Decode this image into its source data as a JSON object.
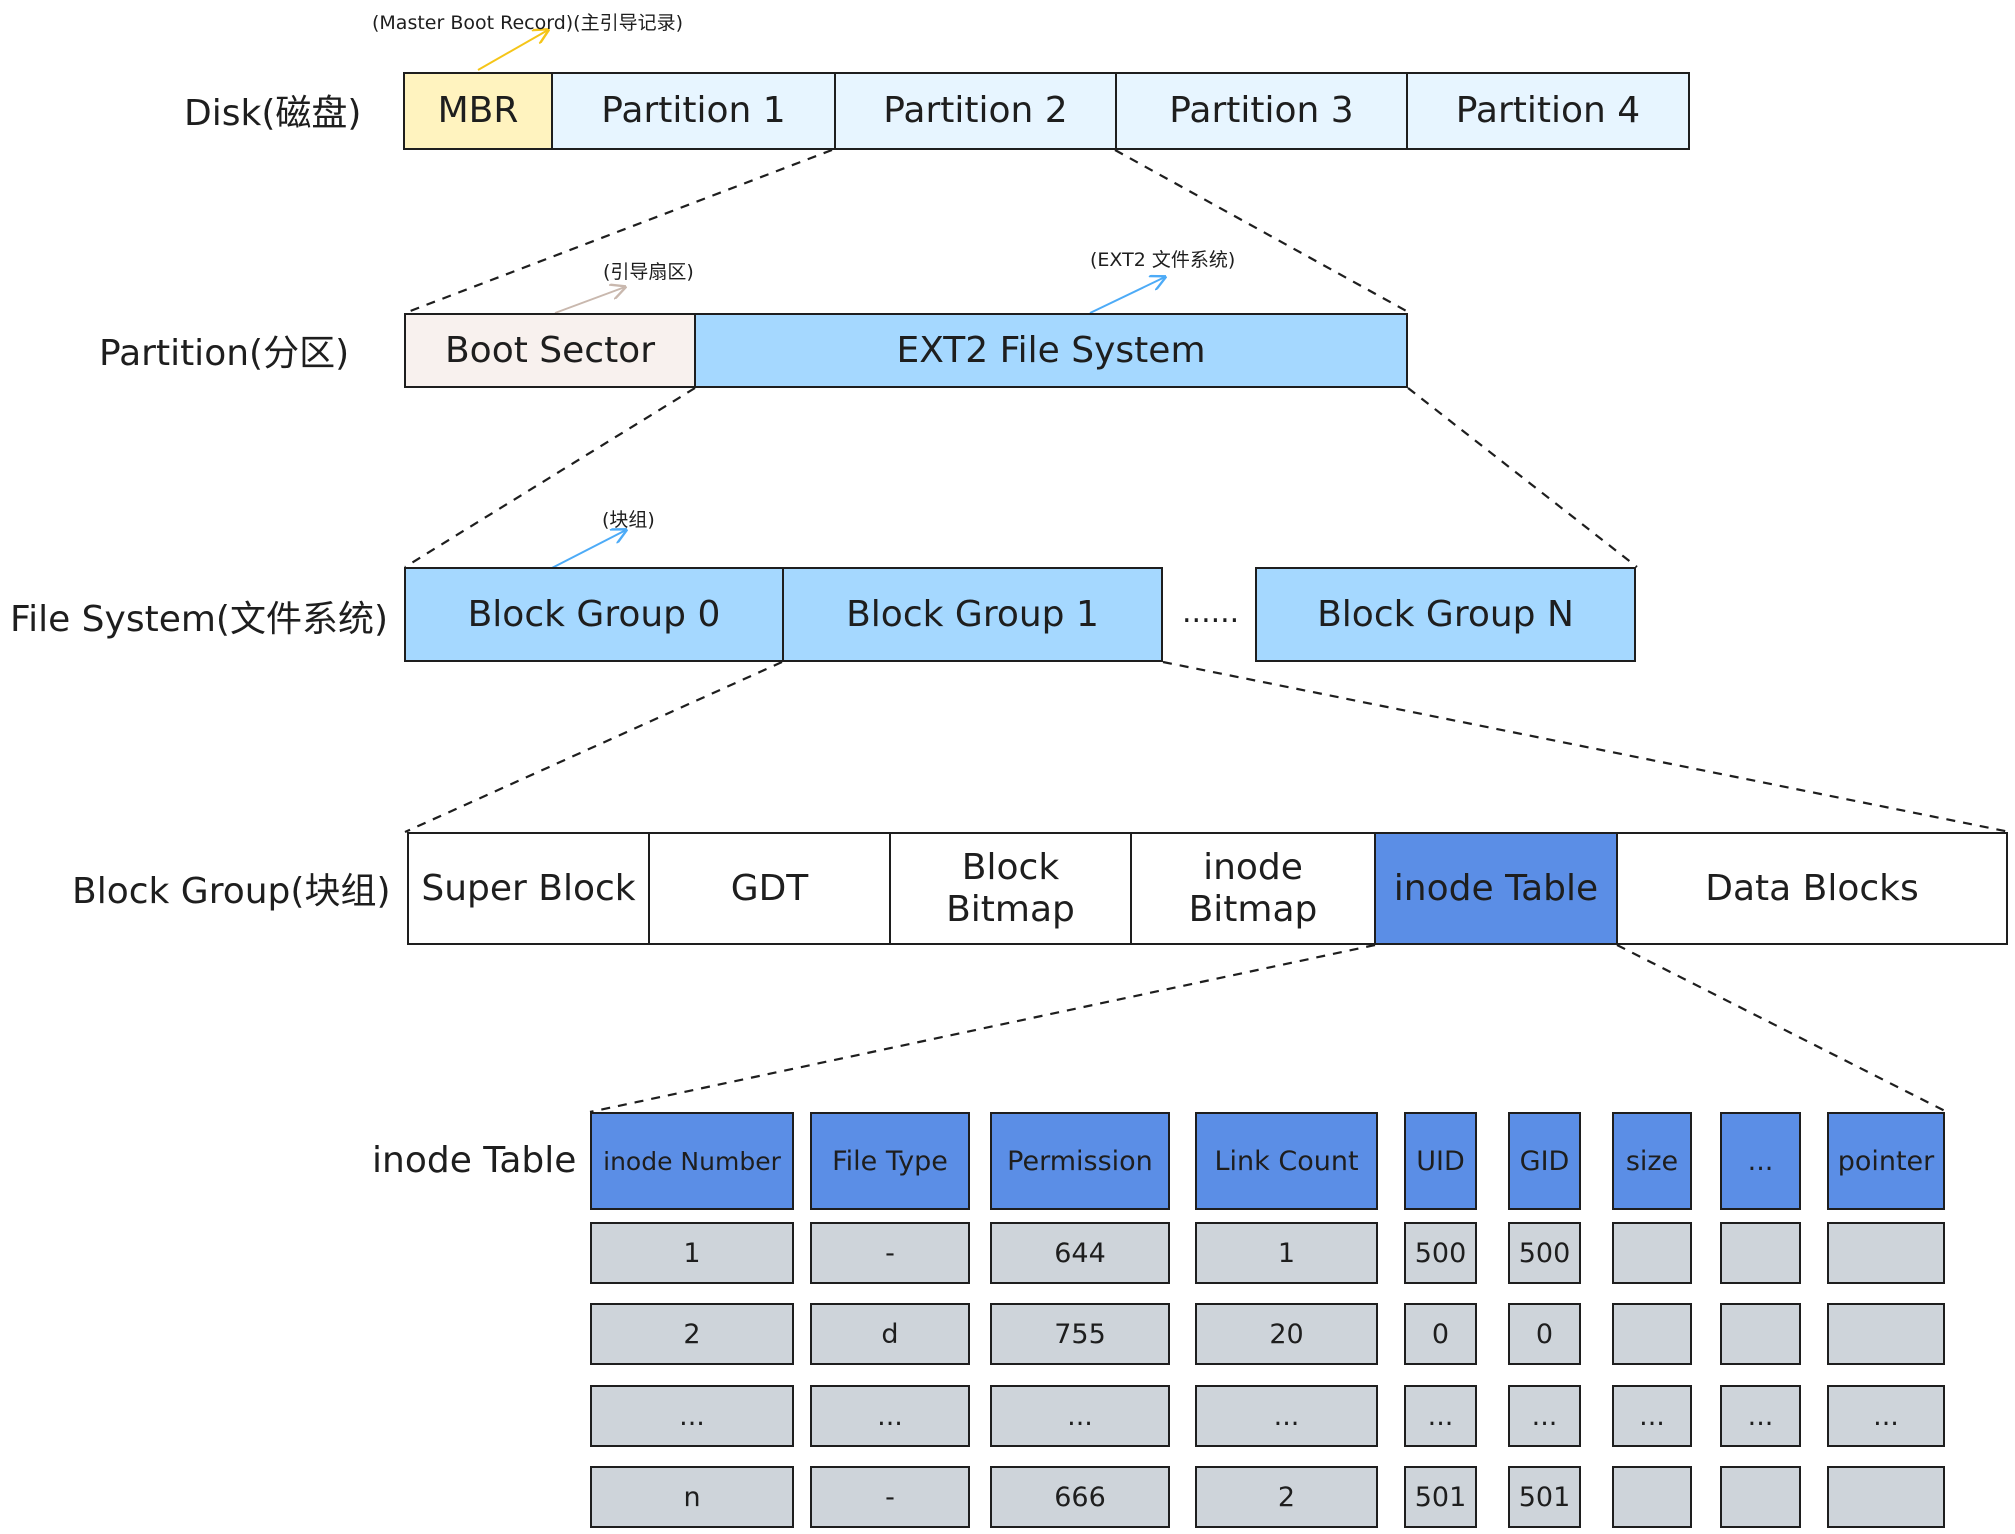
{
  "disk": {
    "label": "Disk(磁盘)",
    "mbr": "MBR",
    "mbr_note": "(Master Boot Record)(主引导记录)",
    "partitions": [
      "Partition 1",
      "Partition 2",
      "Partition 3",
      "Partition 4"
    ]
  },
  "partition": {
    "label": "Partition(分区)",
    "boot_sector": "Boot Sector",
    "boot_note": "(引导扇区)",
    "fs": "EXT2 File System",
    "fs_note": "(EXT2 文件系统)"
  },
  "filesystem": {
    "label": "File System(文件系统)",
    "groups": [
      "Block Group 0",
      "Block Group 1",
      "Block Group N"
    ],
    "ellipsis": "......",
    "group_note": "(块组)"
  },
  "blockgroup": {
    "label": "Block Group(块组)",
    "parts": [
      "Super Block",
      "GDT",
      "Block\nBitmap",
      "inode\nBitmap",
      "inode Table",
      "Data Blocks"
    ]
  },
  "inode_table": {
    "label": "inode Table",
    "headers": [
      "inode Number",
      "File Type",
      "Permission",
      "Link Count",
      "UID",
      "GID",
      "size",
      "...",
      "pointer"
    ],
    "rows": [
      [
        "1",
        "-",
        "644",
        "1",
        "500",
        "500",
        "",
        "",
        ""
      ],
      [
        "2",
        "d",
        "755",
        "20",
        "0",
        "0",
        "",
        "",
        ""
      ],
      [
        "...",
        "...",
        "...",
        "...",
        "...",
        "...",
        "...",
        "...",
        "..."
      ],
      [
        "n",
        "-",
        "666",
        "2",
        "501",
        "501",
        "",
        "",
        ""
      ]
    ]
  },
  "colors": {
    "mbr_fill": "#fff3bf",
    "partition_fill": "#e7f5ff",
    "boot_fill": "#f8f1ee",
    "fs_fill": "#a5d8ff",
    "inode_table_fill": "#5b8ee6",
    "cell_header": "#5b8ee6",
    "cell_body": "#ced4da",
    "arrow_yellow": "#f5c518",
    "arrow_brown": "#c9b8ae",
    "arrow_blue": "#4dabf7"
  }
}
